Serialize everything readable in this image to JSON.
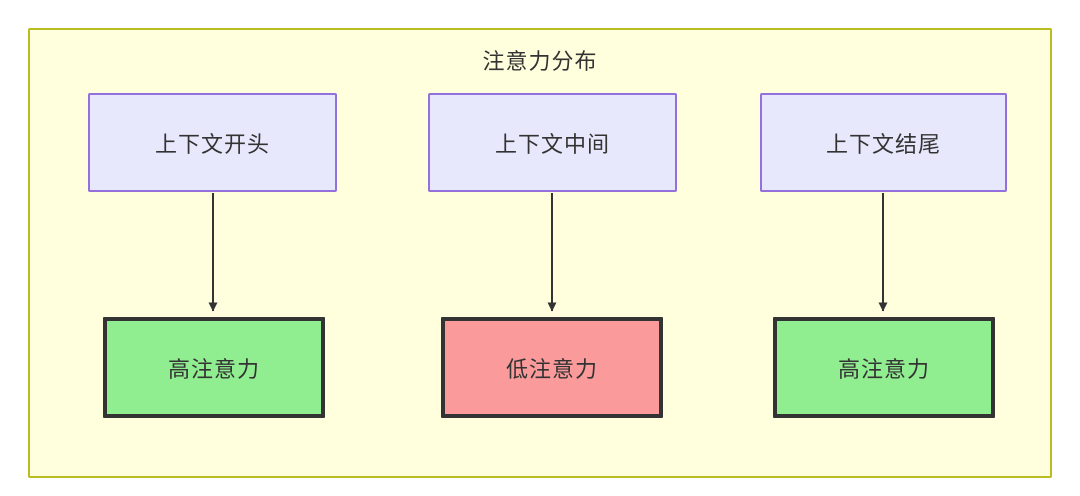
{
  "diagram": {
    "title": "注意力分布",
    "type": "flowchart",
    "container": {
      "fill": "#ffffdd",
      "stroke": "#bbbb22"
    },
    "colors": {
      "source_fill": "#e8e8fd",
      "source_stroke": "#9370db",
      "high_fill": "#90ee90",
      "low_fill": "#fa9a9a",
      "node_stroke": "#333333",
      "edge_stroke": "#333333"
    },
    "nodes": [
      {
        "id": "ctx_start",
        "label": "上下文开头",
        "role": "source",
        "column": 1,
        "row": "top"
      },
      {
        "id": "ctx_middle",
        "label": "上下文中间",
        "role": "source",
        "column": 2,
        "row": "top"
      },
      {
        "id": "ctx_end",
        "label": "上下文结尾",
        "role": "source",
        "column": 3,
        "row": "top"
      },
      {
        "id": "attn_1",
        "label": "高注意力",
        "role": "high",
        "column": 1,
        "row": "bottom"
      },
      {
        "id": "attn_2",
        "label": "低注意力",
        "role": "low",
        "column": 2,
        "row": "bottom"
      },
      {
        "id": "attn_3",
        "label": "高注意力",
        "role": "high",
        "column": 3,
        "row": "bottom"
      }
    ],
    "edges": [
      {
        "from": "ctx_start",
        "to": "attn_1",
        "label": "",
        "arrow": "single"
      },
      {
        "from": "ctx_middle",
        "to": "attn_2",
        "label": "",
        "arrow": "single"
      },
      {
        "from": "ctx_end",
        "to": "attn_3",
        "label": "",
        "arrow": "single"
      }
    ]
  }
}
